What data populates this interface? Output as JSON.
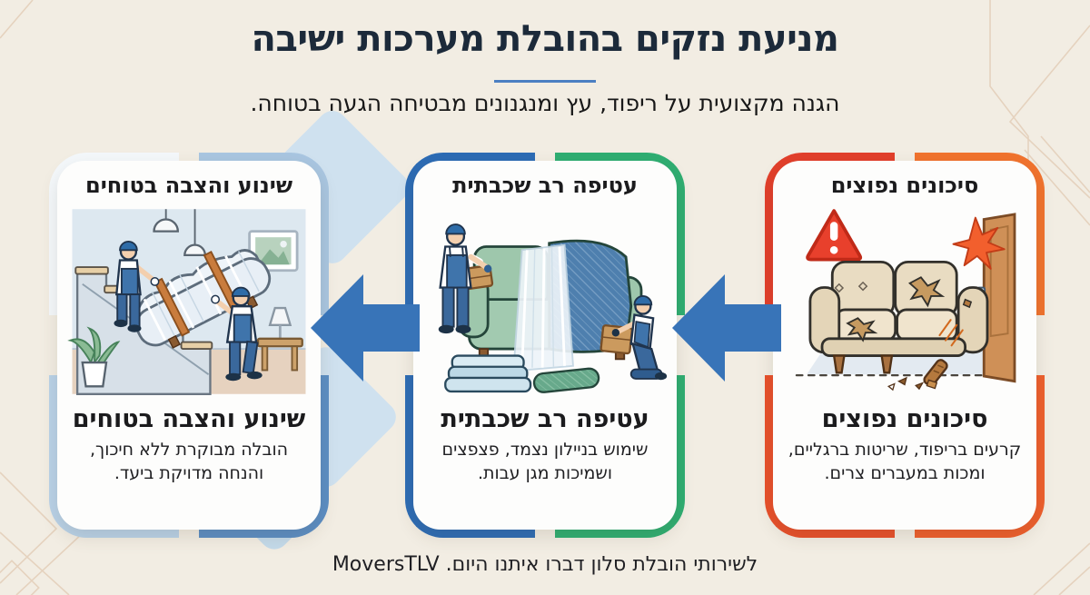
{
  "page": {
    "title": "מניעת נזקים בהובלת מערכות ישיבה",
    "subtitle": "הגנה מקצועית על ריפוד, עץ ומנגנונים מבטיחה הגעה בטוחה.",
    "footer": "לשירותי הובלת סלון דברו איתנו היום. MoversTLV",
    "brand": "MoversTLV",
    "direction": "rtl",
    "colors": {
      "background": "#f2ede3",
      "title_text": "#1c2a3a",
      "body_text": "#1f1f22",
      "title_underline": "#4c7fc2",
      "arrow": "#3874b8",
      "card_background": "#fdfdfc"
    }
  },
  "flow": {
    "reading_order": "right-to-left",
    "arrows": [
      {
        "name": "arrow-risks-to-wrapping",
        "icon": "arrow-left-icon",
        "color": "#3874b8"
      },
      {
        "name": "arrow-wrapping-to-transport",
        "icon": "arrow-left-icon",
        "color": "#3874b8"
      }
    ]
  },
  "cards": [
    {
      "id": "common-risks",
      "position": "right",
      "header": "סיכונים נפוצים",
      "title": "סיכונים נפוצים",
      "description": "קרעים בריפוד, שריטות ברגליים, ומכות במעברים צרים.",
      "illustration": "damaged-sofa-next-to-door-with-warning-triangle",
      "icons": [
        "warning-triangle-icon",
        "impact-burst-icon"
      ],
      "border_colors": {
        "left": "#e23f2b",
        "right": "#f1732e"
      }
    },
    {
      "id": "multi-layer-wrapping",
      "position": "center",
      "header": "עטיפה רב שכבתית",
      "title": "עטיפה רב שכבתית",
      "description": "שימוש בניילון נצמד, פצפצים ושמיכות מגן עבות.",
      "illustration": "two-movers-wrapping-sofa-with-blankets-and-plastic",
      "icons": [],
      "border_colors": {
        "left": "#2d6cb5",
        "right": "#2fae72"
      }
    },
    {
      "id": "safe-transport-placement",
      "position": "left",
      "header": "שינוע והצבה בטוחים",
      "title": "שינוע והצבה בטוחים",
      "description": "הובלה מבוקרת ללא חיכוך, והנחה מדויקת ביעד.",
      "illustration": "two-movers-carrying-wrapped-sofa-down-stairs",
      "icons": [],
      "border_colors": {
        "left": "#b9d2e8",
        "right": "#5c8ec4"
      }
    }
  ]
}
